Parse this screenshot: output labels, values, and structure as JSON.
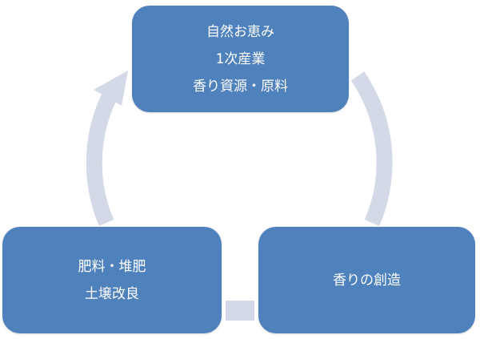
{
  "colors": {
    "box": "#4f81bd",
    "arrow": "#d3d9e6",
    "text": "#ffffff"
  },
  "nodes": [
    {
      "lines": [
        "自然お恵み",
        "1次産業",
        "香り資源・原料"
      ]
    },
    {
      "lines": [
        "香りの創造"
      ]
    },
    {
      "lines": [
        "肥料・堆肥",
        "土壌改良"
      ]
    }
  ]
}
